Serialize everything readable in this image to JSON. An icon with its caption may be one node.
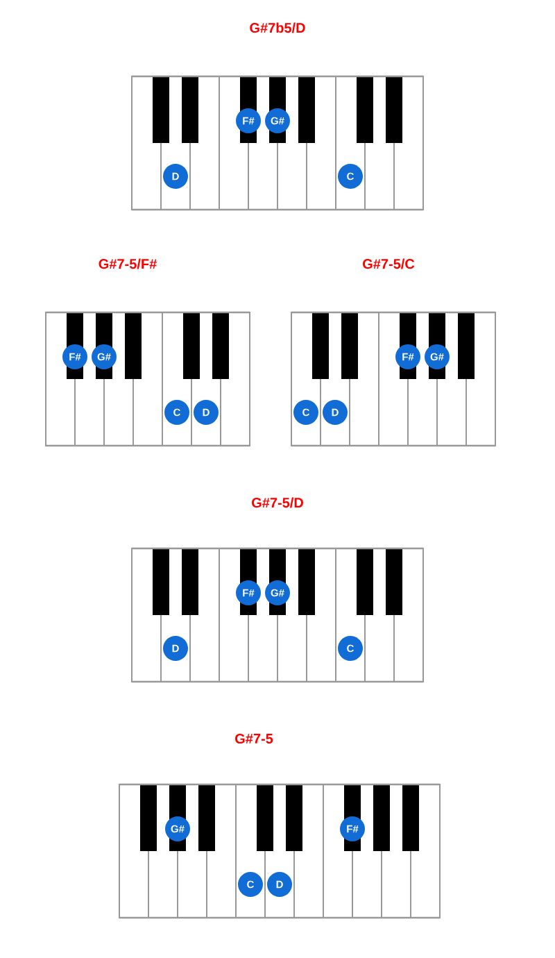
{
  "diagram": {
    "nodes": [
      {
        "text": [
          "D"
        ]
      },
      {
        "text": [
          "F#"
        ]
      },
      {
        "text": [
          "G#"
        ]
      },
      {
        "text": [
          "C"
        ]
      },
      {
        "text": [
          "F#"
        ]
      },
      {
        "text": [
          "G#"
        ]
      },
      {
        "text": [
          "C"
        ]
      },
      {
        "text": [
          "D"
        ]
      },
      {
        "text": [
          "C"
        ]
      },
      {
        "text": [
          "D"
        ]
      },
      {
        "text": [
          "F#"
        ]
      },
      {
        "text": [
          "G#"
        ]
      },
      {
        "text": [
          "D"
        ]
      },
      {
        "text": [
          "F#"
        ]
      },
      {
        "text": [
          "G#"
        ]
      },
      {
        "text": [
          "C"
        ]
      },
      {
        "text": [
          "G#"
        ]
      },
      {
        "text": [
          "C"
        ]
      },
      {
        "text": [
          "D"
        ]
      },
      {
        "text": [
          "F#"
        ]
      }
    ],
    "labels": [
      "G#7b5/D",
      "G#7-5/F#",
      "G#7-5/C",
      "G#7-5/D",
      "G#7-5"
    ]
  }
}
